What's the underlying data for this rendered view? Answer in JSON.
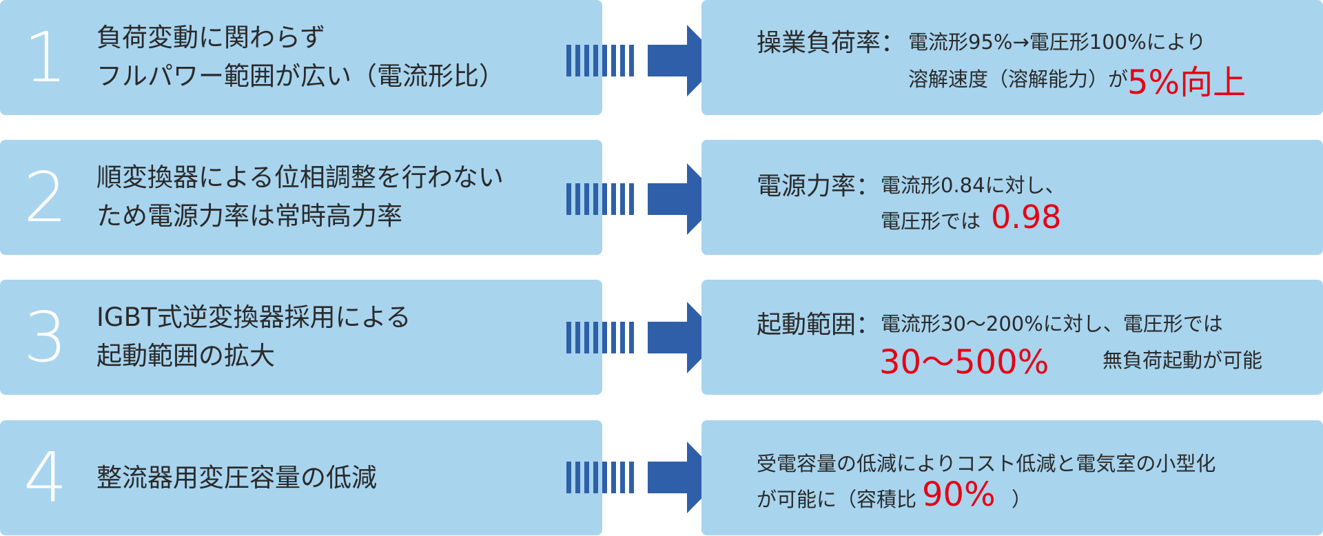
{
  "colors": {
    "box_fill": "#a8d4ee",
    "arrow": "#2f5fa8",
    "number": "#ffffff",
    "text": "#2a2a2a",
    "highlight": "#e60012"
  },
  "rows": [
    {
      "number": "1",
      "desc": [
        "負荷変動に関わらず",
        "フルパワー範囲が広い（電流形比）"
      ],
      "result_label": "操業負荷率：",
      "result_text_1": "電流形95%→電圧形100%により",
      "result_text_2": "溶解速度（溶解能力）が",
      "result_highlight": "5%向上"
    },
    {
      "number": "2",
      "desc": [
        "順変換器による位相調整を行わない",
        "ため電源力率は常時高力率"
      ],
      "result_label": "電源力率：",
      "result_text_1": "電流形0.84に対し、",
      "result_text_2": "電圧形では",
      "result_highlight": "0.98"
    },
    {
      "number": "3",
      "desc": [
        "IGBT式逆変換器採用による",
        "起動範囲の拡大"
      ],
      "result_label": "起動範囲：",
      "result_text_1": "電流形30～200%に対し、電圧形では",
      "result_highlight": "30～500%",
      "result_text_2": "無負荷起動が可能"
    },
    {
      "number": "4",
      "desc": [
        "整流器用変圧容量の低減"
      ],
      "result_text_1": "受電容量の低減によりコスト低減と電気室の小型化",
      "result_text_2": "が可能に（容積比",
      "result_highlight": "90%",
      "result_text_3": "）"
    }
  ]
}
